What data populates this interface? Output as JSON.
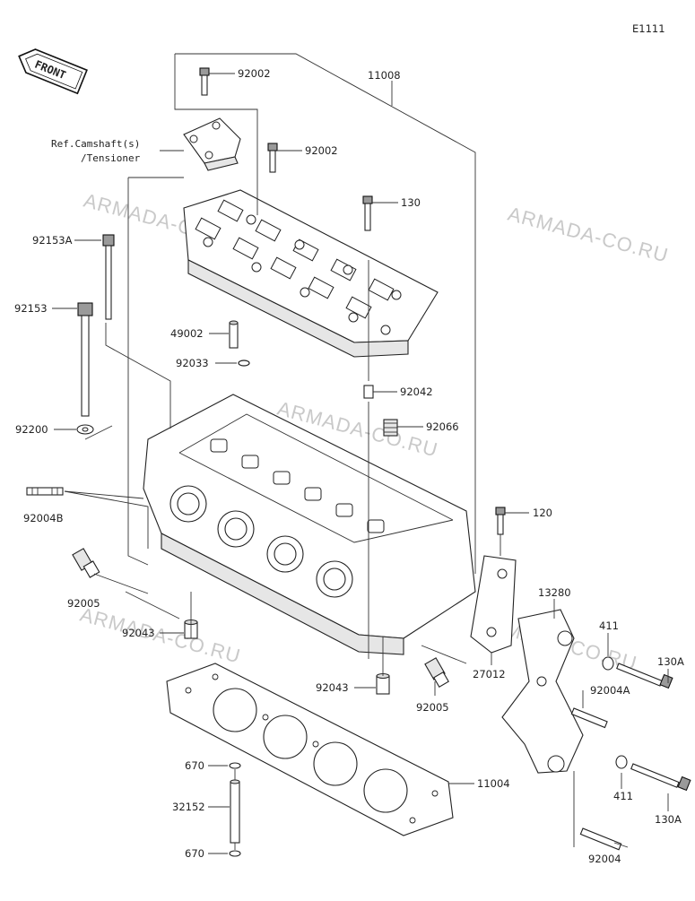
{
  "diagram_code": "E1111",
  "front_label": "FRONT",
  "watermark": "ARMADA-CO.RU",
  "ref_note": {
    "line1": "Ref.Camshaft(s)",
    "line2": "/Tensioner"
  },
  "callouts": [
    {
      "id": "11008",
      "label": "11008"
    },
    {
      "id": "92002-a",
      "label": "92002"
    },
    {
      "id": "92002-b",
      "label": "92002"
    },
    {
      "id": "130",
      "label": "130"
    },
    {
      "id": "92153A",
      "label": "92153A"
    },
    {
      "id": "92153",
      "label": "92153"
    },
    {
      "id": "49002",
      "label": "49002"
    },
    {
      "id": "92033",
      "label": "92033"
    },
    {
      "id": "92042",
      "label": "92042"
    },
    {
      "id": "92066",
      "label": "92066"
    },
    {
      "id": "92200",
      "label": "92200"
    },
    {
      "id": "92004B",
      "label": "92004B"
    },
    {
      "id": "92005-a",
      "label": "92005"
    },
    {
      "id": "120",
      "label": "120"
    },
    {
      "id": "13280",
      "label": "13280"
    },
    {
      "id": "411-a",
      "label": "411"
    },
    {
      "id": "130A-a",
      "label": "130A"
    },
    {
      "id": "92004A",
      "label": "92004A"
    },
    {
      "id": "27012",
      "label": "27012"
    },
    {
      "id": "92043-a",
      "label": "92043"
    },
    {
      "id": "92043-b",
      "label": "92043"
    },
    {
      "id": "92005-b",
      "label": "92005"
    },
    {
      "id": "670-a",
      "label": "670"
    },
    {
      "id": "11004",
      "label": "11004"
    },
    {
      "id": "32152",
      "label": "32152"
    },
    {
      "id": "670-b",
      "label": "670"
    },
    {
      "id": "411-b",
      "label": "411"
    },
    {
      "id": "130A-b",
      "label": "130A"
    },
    {
      "id": "92004",
      "label": "92004"
    }
  ]
}
